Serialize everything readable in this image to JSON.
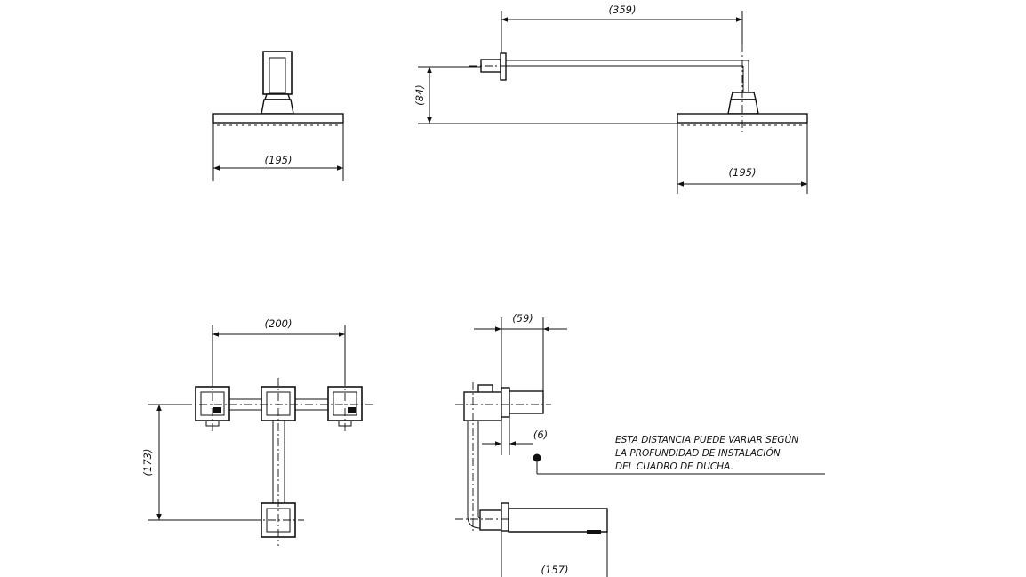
{
  "dimensions": {
    "head_width_front": "(195)",
    "arm_length": "(359)",
    "arm_height": "(84)",
    "head_width_side": "(195)",
    "valve_spacing": "(200)",
    "valve_height": "(173)",
    "body_depth": "(59)",
    "gap": "(6)",
    "spout_length": "(157)"
  },
  "note": {
    "lines": [
      "ESTA DISTANCIA PUEDE VARIAR SEGÚN",
      "LA PROFUNDIDAD DE INSTALACIÓN",
      "DEL CUADRO DE DUCHA."
    ]
  }
}
